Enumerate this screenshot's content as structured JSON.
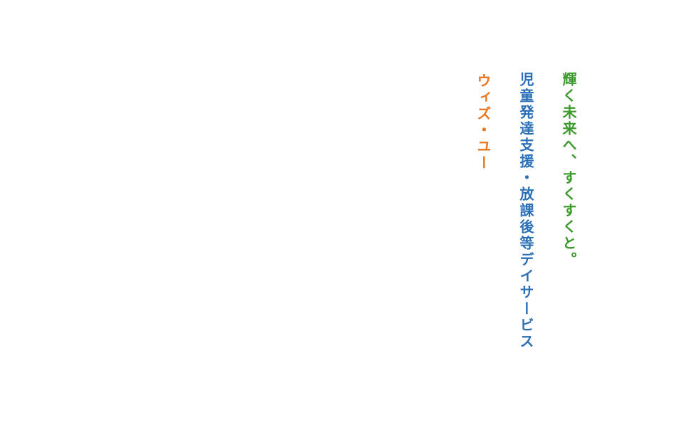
{
  "tagline": "輝く未来へ、すくすくと。",
  "service": "児童発達支援・放課後等デイサービス",
  "name": "ウィズ・ユー",
  "colors": {
    "tagline": "#3b9a2b",
    "service": "#2b70b6",
    "name": "#e8761f"
  }
}
